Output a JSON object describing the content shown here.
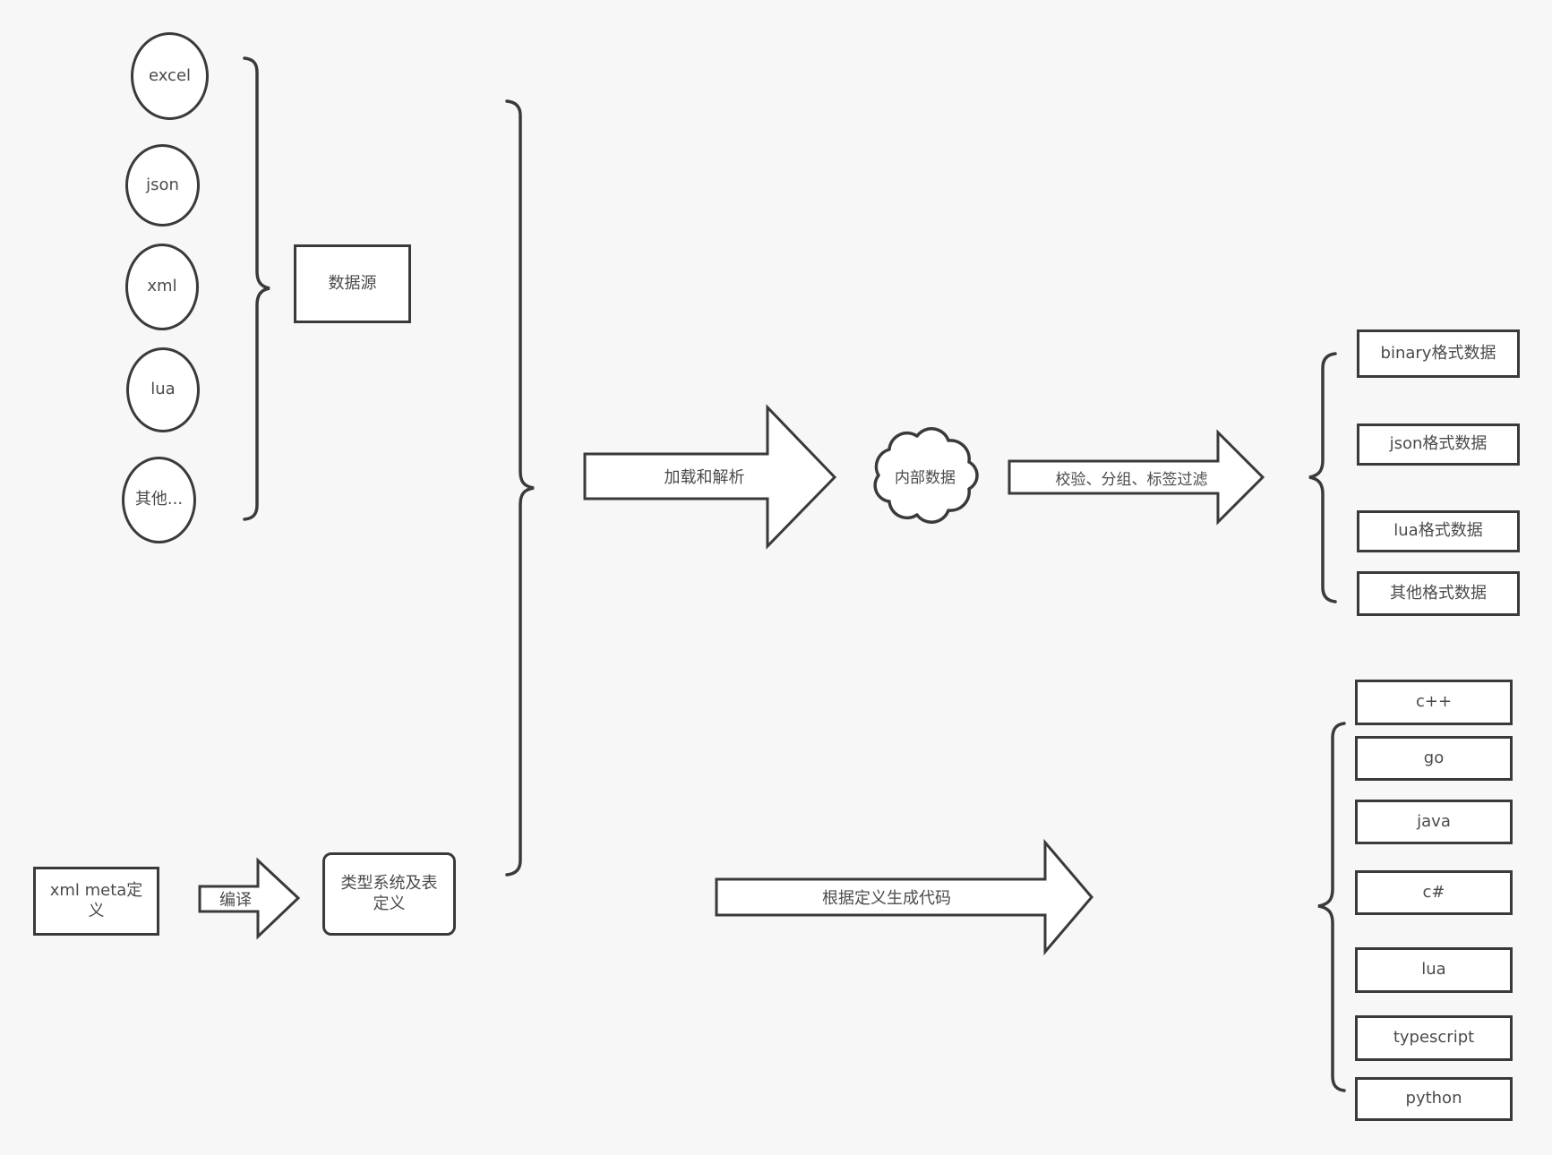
{
  "style": {
    "background": "#f7f7f7",
    "shape_fill": "#ffffff",
    "stroke": "#3a3a3a",
    "text_color": "#4b4b4b"
  },
  "sources": {
    "group_label": "数据源",
    "items": [
      {
        "label": "excel"
      },
      {
        "label": "json"
      },
      {
        "label": "xml"
      },
      {
        "label": "lua"
      },
      {
        "label": "其他..."
      }
    ]
  },
  "pipeline": {
    "load_arrow": "加载和解析",
    "internal_data": "内部数据",
    "filter_arrow": "校验、分组、标签过滤"
  },
  "outputs": {
    "items": [
      {
        "label": "binary格式数据"
      },
      {
        "label": "json格式数据"
      },
      {
        "label": "lua格式数据"
      },
      {
        "label": "其他格式数据"
      }
    ]
  },
  "definitions": {
    "xml_meta": "xml meta定义",
    "compile_arrow": "编译",
    "type_system": "类型系统及表定义",
    "generate_arrow": "根据定义生成代码"
  },
  "languages": {
    "items": [
      {
        "label": "c++"
      },
      {
        "label": "go"
      },
      {
        "label": "java"
      },
      {
        "label": "c#"
      },
      {
        "label": "lua"
      },
      {
        "label": "typescript"
      },
      {
        "label": "python"
      }
    ]
  }
}
